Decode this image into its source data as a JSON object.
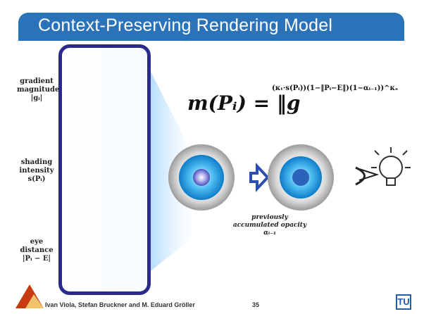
{
  "slide": {
    "title": "Context-Preserving Rendering Model",
    "labels": {
      "gradient": "gradient magnitude\n|gᵢ|",
      "shading": "shading intensity\ns(Pᵢ)",
      "eye": "eye distance\n|Pᵢ − E|"
    },
    "formula": {
      "lhs": "m(Pᵢ) = ‖g",
      "exponent": "(κₜ·s(Pᵢ))(1−‖Pᵢ−E‖)(1−αᵢ₋₁))^κₛ"
    },
    "caption": "previously\naccumulated opacity\nαᵢ₋₁",
    "footer": "Ivan Viola, Stefan Bruckner and M. Eduard Gröller",
    "page_number": "35",
    "logo_text": "TU"
  },
  "colors": {
    "title_bar": "#2a73b9",
    "panel_border": "#2a2a8a",
    "accent_blue": "#1ea7e8",
    "arrow_blue": "#2a4fb0"
  }
}
